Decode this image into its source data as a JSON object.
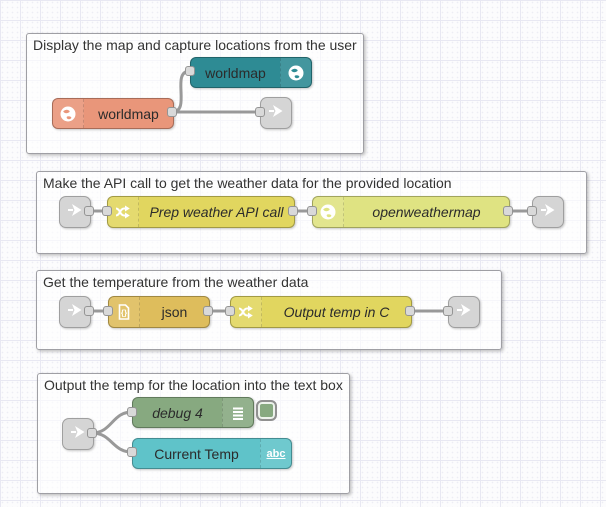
{
  "workspace": {
    "name": "Node-RED flow workspace"
  },
  "colors": {
    "canvas_bg": "#fcfcfd",
    "grid_line": "#e8e8f2",
    "wire": "#999999",
    "group_border": "#9f9fa4",
    "worldmap_out_node": "#2e8b94",
    "worldmap_in_node": "#e9967a",
    "link_node": "#d5d5d5",
    "change_node": "#e1d65f",
    "openweathermap_node": "#dfe382",
    "json_node": "#debd5c",
    "debug_node": "#87a980",
    "ui_text_node": "#5fc3c9",
    "port_fill": "#d9d9d9"
  },
  "groups": [
    {
      "title": "Display the map and capture locations from the user",
      "nodes": [
        {
          "label": "worldmap",
          "icon": "globe-icon"
        },
        {
          "label": "worldmap",
          "icon": "globe-icon"
        },
        {
          "label": "",
          "icon": "link-out-icon"
        }
      ]
    },
    {
      "title": "Make the API call to get the weather data for the provided location",
      "nodes": [
        {
          "label": "",
          "icon": "link-in-icon"
        },
        {
          "label": "Prep weather API call",
          "icon": "change-icon"
        },
        {
          "label": "openweathermap",
          "icon": "globe-icon"
        },
        {
          "label": "",
          "icon": "link-out-icon"
        }
      ]
    },
    {
      "title": "Get the temperature from the weather data",
      "nodes": [
        {
          "label": "",
          "icon": "link-in-icon"
        },
        {
          "label": "json",
          "icon": "json-icon"
        },
        {
          "label": "Output temp in C",
          "icon": "change-icon"
        },
        {
          "label": "",
          "icon": "link-out-icon"
        }
      ]
    },
    {
      "title": "Output the temp for the location into the text box",
      "nodes": [
        {
          "label": "",
          "icon": "link-in-icon"
        },
        {
          "label": "debug 4",
          "icon": "debug-lines-icon"
        },
        {
          "label": "Current Temp",
          "icon": "abc-icon"
        }
      ]
    }
  ]
}
